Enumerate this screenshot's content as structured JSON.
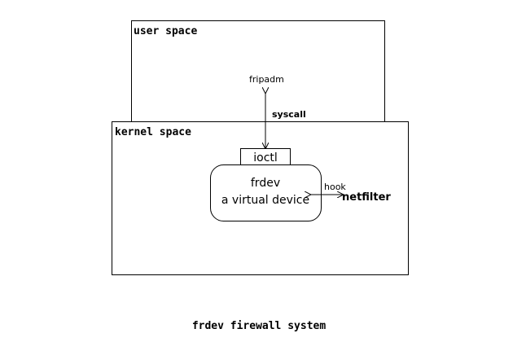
{
  "diagram": {
    "user_space": {
      "label": "user space"
    },
    "kernel_space": {
      "label": "kernel space"
    },
    "fripadm": {
      "label": "fripadm"
    },
    "syscall": {
      "label": "syscall"
    },
    "ioctl": {
      "label": "ioctl"
    },
    "frdev": {
      "line1": "frdev",
      "line2": "a virtual device"
    },
    "hook": {
      "label": "hook"
    },
    "netfilter": {
      "label": "netfilter"
    },
    "caption": "frdev firewall system"
  },
  "colors": {
    "stroke": "#000000",
    "background": "#ffffff"
  }
}
